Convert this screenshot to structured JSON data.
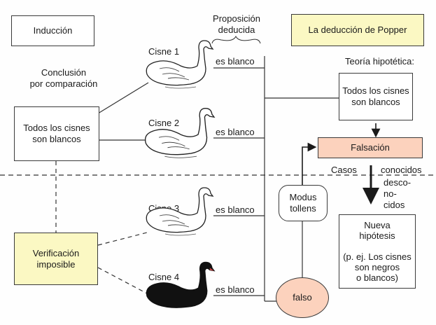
{
  "colors": {
    "line": "#3a3a3a",
    "yellow_fill": "#fbf8c3",
    "salmon_fill": "#fcd2bd",
    "white_swan": "#ffffff",
    "black_swan": "#111111"
  },
  "left": {
    "title": "Inducción",
    "conclusion_label": "Conclusión\npor comparación",
    "conclusion_box": "Todos los cisnes\nson blancos",
    "verification_box": "Verificación\nimposible"
  },
  "middle": {
    "proposition_header": "Proposición\ndeducida",
    "swans": [
      {
        "label": "Cisne 1",
        "statement": "es blanco",
        "icon": "white-swan-icon"
      },
      {
        "label": "Cisne 2",
        "statement": "es blanco",
        "icon": "white-swan-icon"
      },
      {
        "label": "Cisne 3",
        "statement": "es blanco",
        "icon": "white-swan-outline-icon"
      },
      {
        "label": "Cisne 4",
        "statement": "es blanco",
        "icon": "black-swan-icon"
      }
    ]
  },
  "right": {
    "title": "La deducción de Popper",
    "hypothesis_label": "Teoría hipotética:",
    "hypothesis_box": "Todos los cisnes\nson blancos",
    "falsification_box": "Falsación",
    "cases_label": "Casos",
    "known_label": "conocidos",
    "unknown_label": "desco-\nno-\ncidos",
    "modus_oval": "Modus\ntollens",
    "false_oval": "falso",
    "new_hypothesis_box": "Nueva\nhipótesis\n\n(p. ej. Los cisnes\nson negros\no blancos)"
  }
}
